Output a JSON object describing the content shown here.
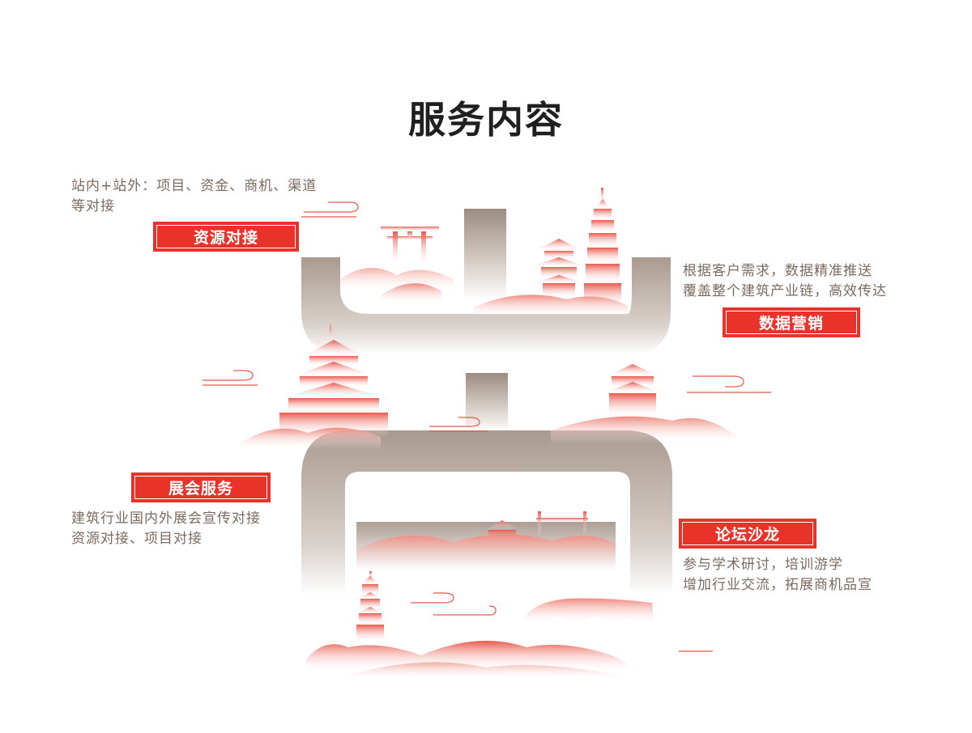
{
  "title": "服务内容",
  "services": [
    {
      "label": "资源对接",
      "lines": [
        "站内+站外：项目、资金、商机、渠道",
        "等对接"
      ]
    },
    {
      "label": "数据营销",
      "lines": [
        "根据客户需求，数据精准推送",
        "覆盖整个建筑产业链，高效传达"
      ]
    },
    {
      "label": "展会服务",
      "lines": [
        "建筑行业国内外展会宣传对接",
        "资源对接、项目对接"
      ]
    },
    {
      "label": "论坛沙龙",
      "lines": [
        "参与学术研讨，培训游学",
        "增加行业交流，拓展商机品宣"
      ]
    }
  ],
  "colors": {
    "accent": "#e8322a",
    "pipe": "#a8988c",
    "text": "#7d6a5e",
    "title": "#1f1f1f"
  }
}
